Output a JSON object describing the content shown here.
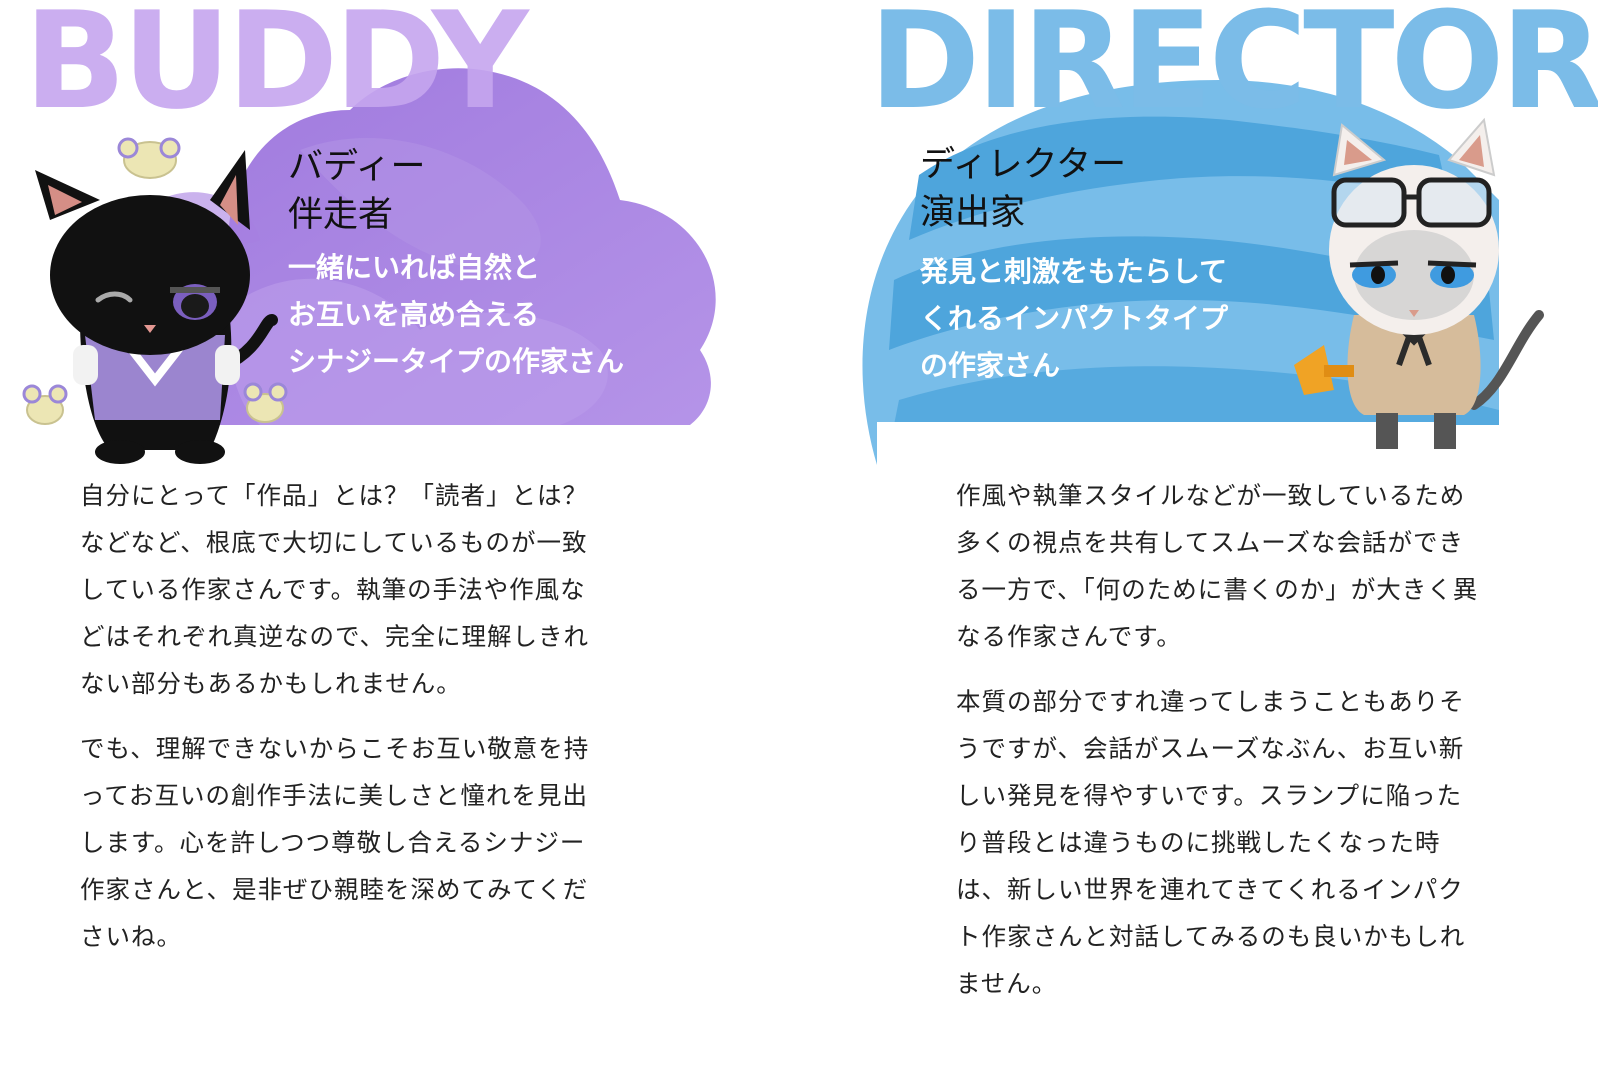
{
  "buddy": {
    "title": "BUDDY",
    "type_name_line1": "バディー",
    "type_name_line2": "伴走者",
    "tagline_line1": "一緒にいれば自然と",
    "tagline_line2": "お互いを高め合える",
    "tagline_line3": "シナジータイプの作家さん",
    "paragraph1": "自分にとって「作品」とは？「読者」とは？などなど、根底で大切にしているものが一致している作家さんです。執筆の手法や作風などはそれぞれ真逆なので、完全に理解しきれない部分もあるかもしれません。",
    "paragraph2": "でも、理解できないからこそお互い敬意を持ってお互いの創作手法に美しさと憧れを見出します。心を許しつつ尊敬し合えるシナジー作家さんと、是非ぜひ親睦を深めてみてくださいね。",
    "character_icon": "black-cat-winking-icon",
    "accent_color": "#a87ee0"
  },
  "director": {
    "title": "DIRECTOR",
    "type_name_line1": "ディレクター",
    "type_name_line2": "演出家",
    "tagline_line1": "発見と刺激をもたらして",
    "tagline_line2": "くれるインパクトタイプ",
    "tagline_line3": "の作家さん",
    "paragraph1": "作風や執筆スタイルなどが一致しているため多くの視点を共有してスムーズな会話ができる一方で、「何のために書くのか」が大きく異なる作家さんです。",
    "paragraph2": "本質の部分ですれ違ってしまうこともありそうですが、会話がスムーズなぶん、お互い新しい発見を得やすいです。スランプに陥ったり普段とは違うものに挑戦したくなった時は、新しい世界を連れてきてくれるインパクト作家さんと対話してみるのも良いかもしれません。",
    "character_icon": "white-cat-glasses-megaphone-icon",
    "accent_color": "#4aa3dd"
  }
}
